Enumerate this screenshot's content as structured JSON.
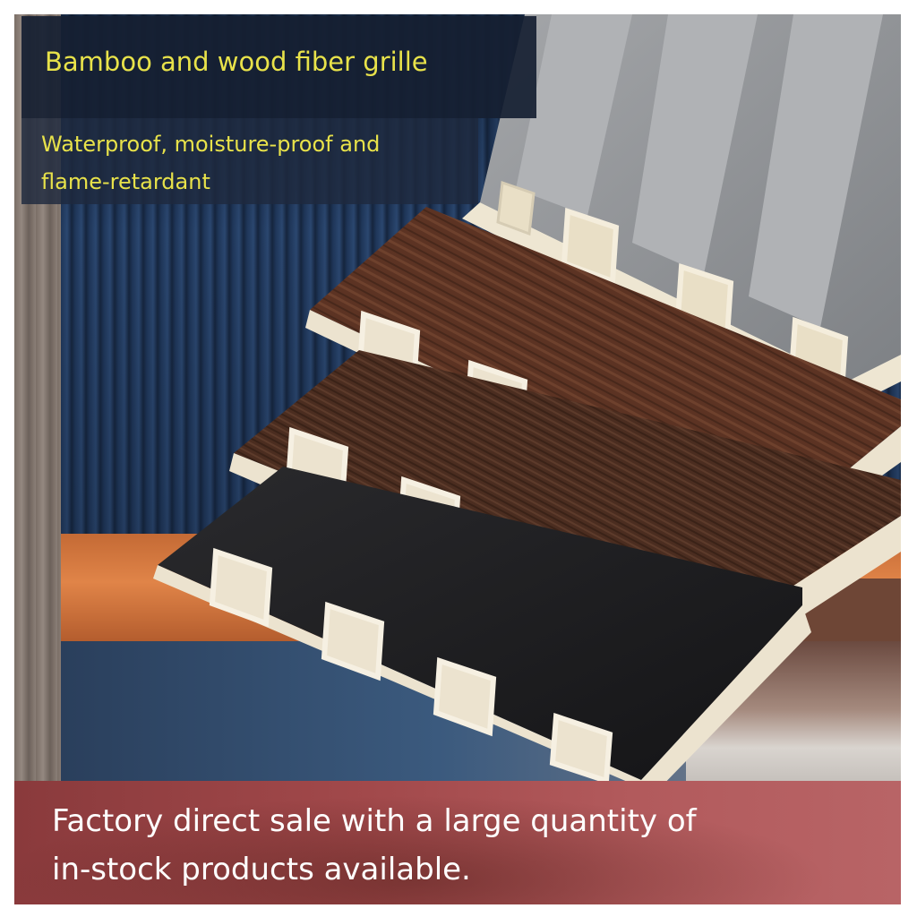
{
  "header": {
    "title": "Bamboo and wood fiber grille",
    "subtitle_line1": "Waterproof, moisture-proof and",
    "subtitle_line2": "flame-retardant"
  },
  "footer": {
    "line1": "Factory direct sale with a large quantity of",
    "line2": "in-stock products available."
  },
  "colors": {
    "title_text": "#e8e24a",
    "panel_gray": "#8f9296",
    "panel_walnut": "#5a3222",
    "panel_teak": "#4a2c1e",
    "panel_black": "#1e1e20",
    "panel_core": "#ece3cf",
    "banner": "#a2494b"
  },
  "panels": [
    {
      "name": "gray-panel",
      "color": "gray"
    },
    {
      "name": "walnut-panel",
      "color": "walnut"
    },
    {
      "name": "teak-panel",
      "color": "teak"
    },
    {
      "name": "black-panel",
      "color": "black"
    }
  ]
}
